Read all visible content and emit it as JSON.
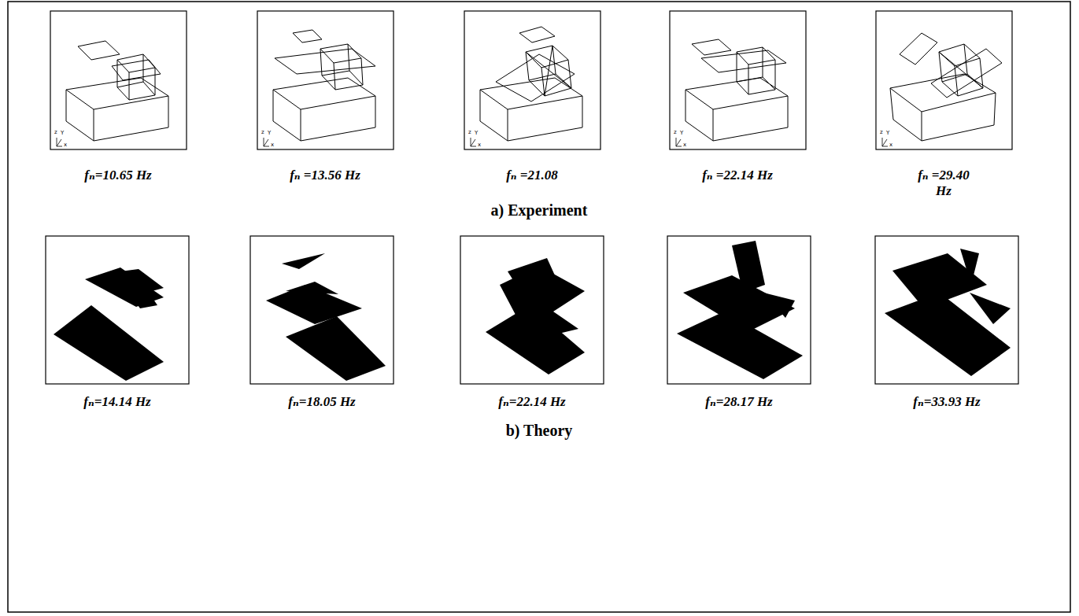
{
  "diagram": {
    "labels": [
      "fₙ=10.65 Hz",
      "fₙ =13.56 Hz",
      "fₙ =21.08",
      "fₙ =22.14 Hz",
      "fₙ =29.40 Hz",
      "a) Experiment",
      "fₙ=14.14 Hz",
      "fₙ=18.05 Hz",
      "fₙ=22.14 Hz",
      "fₙ=28.17 Hz",
      "fₙ=33.93 Hz",
      "b) Theory",
      "z",
      "Y",
      "x",
      "z",
      "Y",
      "x",
      "z",
      "Y",
      "x",
      "z",
      "Y",
      "x",
      "z",
      "Y",
      "x"
    ]
  }
}
